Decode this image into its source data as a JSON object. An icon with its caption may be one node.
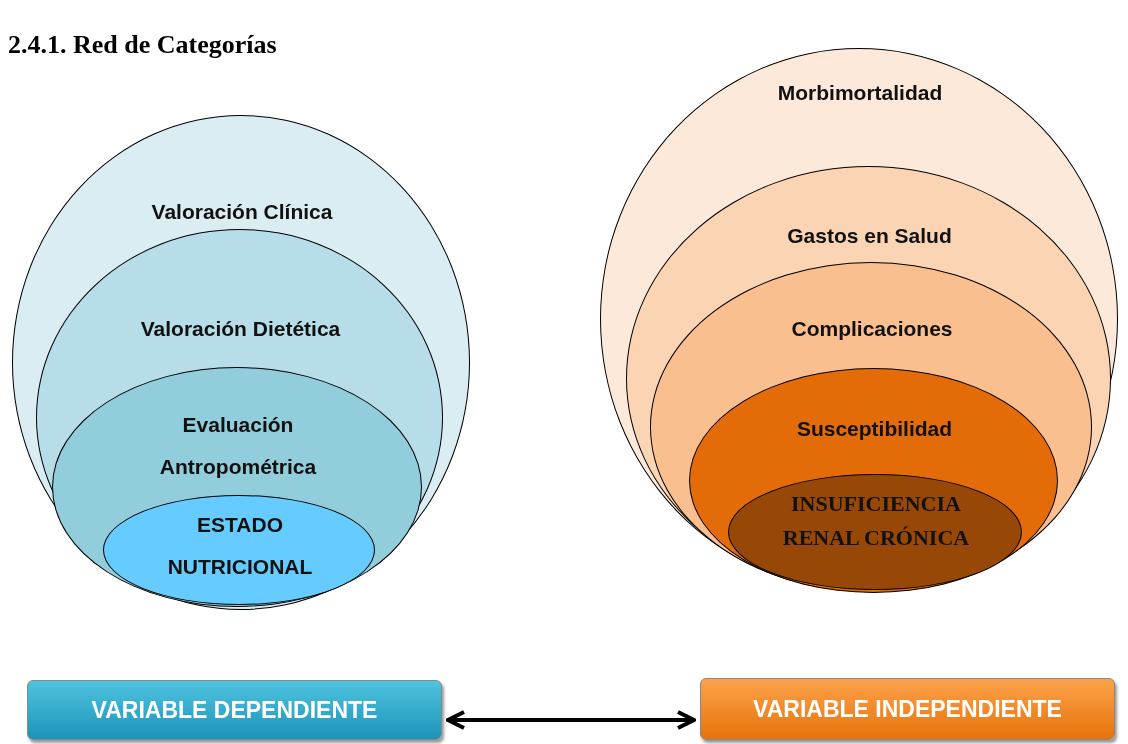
{
  "diagram": {
    "title": "2.4.1. Red de Categorías",
    "nodes": [
      {
        "text": [
          "Valoración Clínica"
        ]
      },
      {
        "text": [
          "Valoración Dietética"
        ],
        "in": 0
      },
      {
        "text": [
          "Evaluación Antropométrica"
        ],
        "in": 1
      },
      {
        "text": [
          "ESTADO NUTRICIONAL"
        ],
        "in": 2
      },
      {
        "text": [
          "Morbimortalidad"
        ]
      },
      {
        "text": [
          "Gastos en Salud"
        ],
        "in": 4
      },
      {
        "text": [
          "Complicaciones"
        ],
        "in": 5
      },
      {
        "text": [
          "Susceptibilidad"
        ],
        "in": 6
      },
      {
        "text": [
          "INSUFICIENCIA RENAL CRÓNICA"
        ],
        "in": 7
      },
      {
        "text": [
          "VARIABLE DEPENDIENTE"
        ]
      },
      {
        "text": [
          "VARIABLE INDEPENDIENTE"
        ]
      }
    ],
    "edges": [
      {
        "from": 9,
        "to": 10,
        "arrow": "both"
      }
    ]
  }
}
